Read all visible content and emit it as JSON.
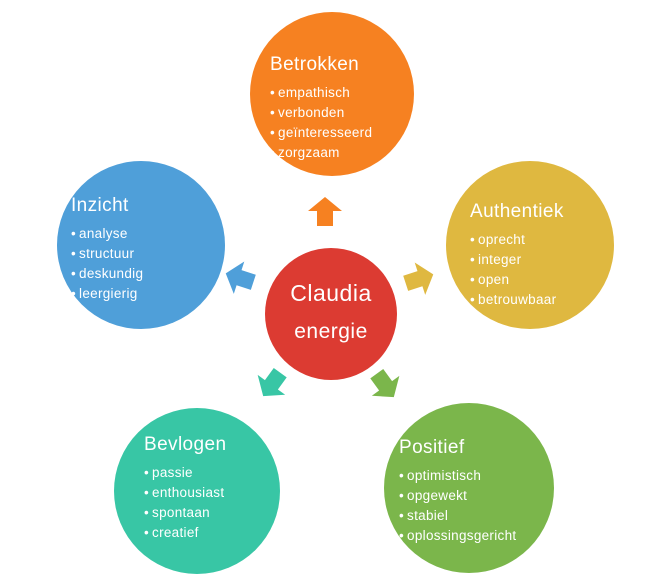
{
  "center": {
    "title": "Claudia",
    "subtitle": "energie"
  },
  "nodes": {
    "betrokken": {
      "title": "Betrokken",
      "items": [
        "empathisch",
        "verbonden",
        "geïnteresseerd",
        "zorgzaam"
      ]
    },
    "authentiek": {
      "title": "Authentiek",
      "items": [
        "oprecht",
        "integer",
        "open",
        "betrouwbaar"
      ]
    },
    "positief": {
      "title": "Positief",
      "items": [
        "optimistisch",
        "opgewekt",
        "stabiel",
        "oplossingsgericht"
      ]
    },
    "bevlogen": {
      "title": "Bevlogen",
      "items": [
        "passie",
        "enthousiast",
        "spontaan",
        "creatief"
      ]
    },
    "inzicht": {
      "title": "Inzicht",
      "items": [
        "analyse",
        "structuur",
        "deskundig",
        "leergierig"
      ]
    }
  },
  "colors": {
    "center": "#DC3B32",
    "betrokken": "#F68121",
    "authentiek": "#DFB840",
    "positief": "#7BB64B",
    "bevlogen": "#38C6A5",
    "inzicht": "#4F9FD9",
    "background": "#FFFFFF",
    "text": "#FFFFFF"
  }
}
